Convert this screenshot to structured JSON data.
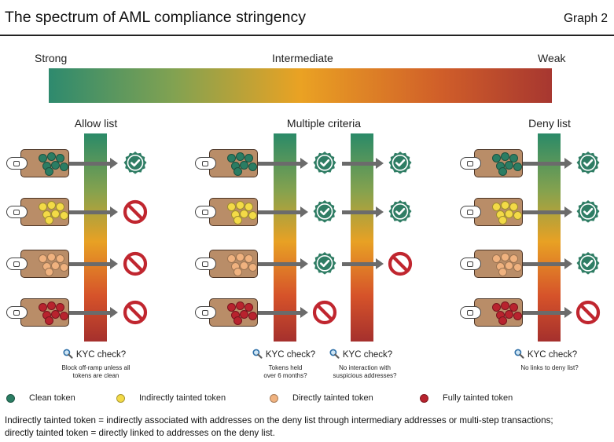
{
  "header": {
    "title": "The spectrum of AML compliance stringency",
    "graph_label": "Graph 2"
  },
  "scale": {
    "left_label": "Strong",
    "middle_label": "Intermediate",
    "right_label": "Weak"
  },
  "sections": {
    "allow": {
      "title": "Allow list",
      "kyc": "KYC check?",
      "caption": [
        "Block off-ramp unless all",
        "tokens are clean"
      ],
      "results": [
        "check",
        "block",
        "block",
        "block"
      ]
    },
    "multi": {
      "title": "Multiple criteria",
      "kyc_a": "KYC check?",
      "caption_a": [
        "Tokens held",
        "over 6 months?"
      ],
      "results_a": [
        "check",
        "check",
        "check",
        "block"
      ],
      "kyc_b": "KYC check?",
      "caption_b": [
        "No interaction with",
        "suspicious addresses?"
      ],
      "results_b": [
        "check",
        "check",
        "block"
      ]
    },
    "deny": {
      "title": "Deny list",
      "kyc": "KYC check?",
      "caption": [
        "No links to deny list?"
      ],
      "results": [
        "check",
        "check",
        "check",
        "block"
      ]
    }
  },
  "legend": [
    {
      "label": "Clean token",
      "color": "#2b7d63"
    },
    {
      "label": "Indirectly tainted token",
      "color": "#f3da47"
    },
    {
      "label": "Directly tainted token",
      "color": "#f0b27f"
    },
    {
      "label": "Fully tainted token",
      "color": "#b8232e"
    }
  ],
  "token_colors": {
    "clean": "#2b7d63",
    "indirect": "#f3da47",
    "direct": "#f0b27f",
    "full": "#b8232e"
  },
  "footnote": [
    "Indirectly tainted token = indirectly associated with addresses on the deny list through intermediary addresses or multi-step transactions;",
    "directly tainted token = directly linked to addresses on the deny list."
  ],
  "icons": {
    "check": "check-badge-icon",
    "block": "no-entry-icon",
    "search": "magnifier-icon",
    "wallet": "wallet-icon"
  }
}
